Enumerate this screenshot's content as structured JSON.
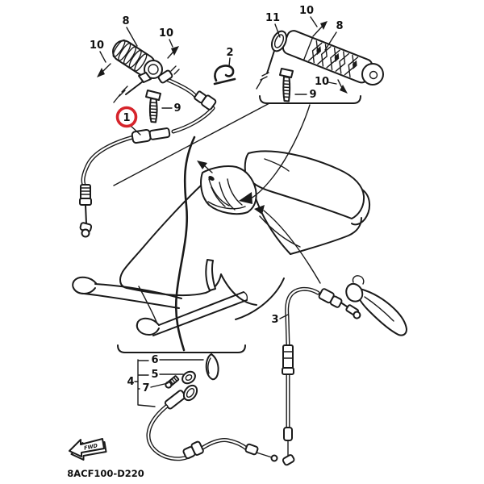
{
  "diagram": {
    "code": "8ACF100-D220",
    "fwd_label": "FWD",
    "highlight_color": "#d6242b",
    "line_color": "#1a1a1a",
    "background_color": "#ffffff",
    "highlighted_part": "1"
  },
  "callouts": {
    "n1": "1",
    "n2": "2",
    "n3": "3",
    "n4": "4",
    "n5": "5",
    "n6": "6",
    "n7": "7",
    "n8": "8",
    "n9": "9",
    "n10": "10",
    "n11": "11"
  }
}
